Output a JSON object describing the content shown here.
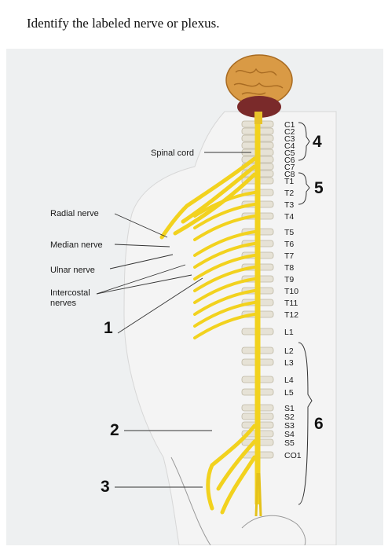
{
  "question": "Identify the labeled nerve or plexus.",
  "labels": {
    "spinal_cord": "Spinal cord",
    "radial_nerve": "Radial nerve",
    "median_nerve": "Median nerve",
    "ulnar_nerve": "Ulnar nerve",
    "intercostal_1": "Intercostal",
    "intercostal_2": "nerves"
  },
  "numbers": {
    "n1": "1",
    "n2": "2",
    "n3": "3",
    "n4": "4",
    "n5": "5",
    "n6": "6"
  },
  "levels": [
    "C1",
    "C2",
    "C3",
    "C4",
    "C5",
    "C6",
    "C7",
    "C8",
    "T1",
    "T2",
    "T3",
    "T4",
    "T5",
    "T6",
    "T7",
    "T8",
    "T9",
    "T10",
    "T11",
    "T12",
    "L1",
    "L2",
    "L3",
    "L4",
    "L5",
    "S1",
    "S2",
    "S3",
    "S4",
    "S5",
    "CO1"
  ],
  "colors": {
    "nerve": "#f2d21e",
    "nerve_dark": "#c9a10a",
    "brain": "#d99a45",
    "cerebellum": "#7a2a2a",
    "skin": "#f0f0f0"
  }
}
